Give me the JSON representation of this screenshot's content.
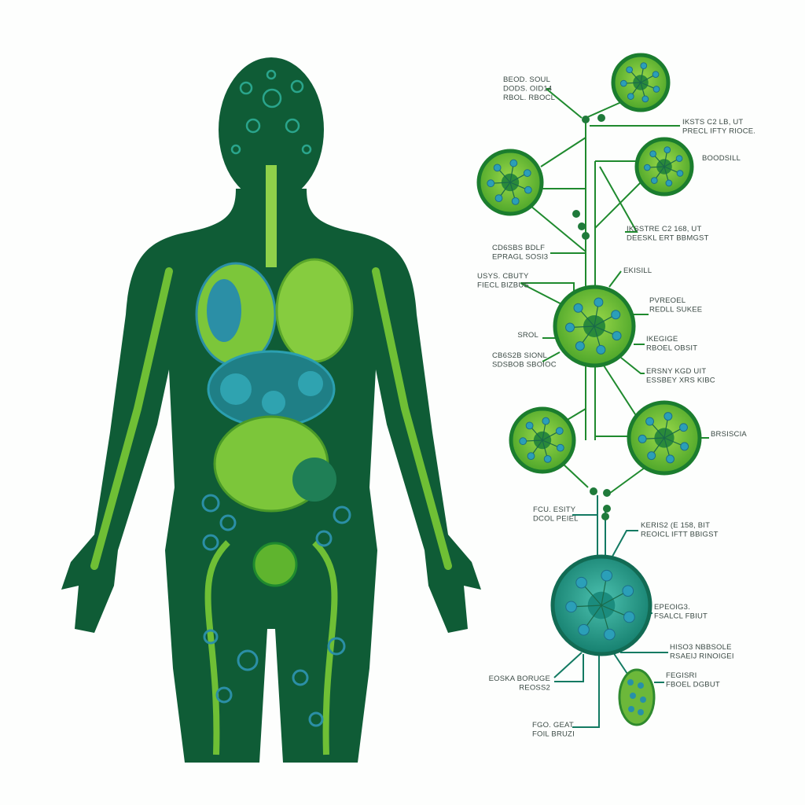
{
  "colors": {
    "body_dark": "#0f5c36",
    "body_green": "#7cc63a",
    "cell_green": "#5fb42e",
    "cell_ring": "#1b7d2e",
    "teal": "#1f8f86",
    "organ_blue": "#2b8fa6",
    "background": "#fdfefd"
  },
  "labels": [
    {
      "lines": [
        "BEOD. SOUL",
        "DODS. OID14",
        "RBOL. RBOCL"
      ]
    },
    {
      "lines": [
        "IKSTS C2 LB, UT",
        "PRECL IFTY RIOCE."
      ]
    },
    {
      "lines": [
        "BOODSILL"
      ]
    },
    {
      "lines": [
        "IKSSTRE C2 168, UT",
        "DEESKL ERT BBMGST"
      ]
    },
    {
      "lines": [
        "CD6SBS BDLF",
        "EPRAGL SOSI3"
      ]
    },
    {
      "lines": [
        "USYS. CBUTY",
        "FIECL BIZBUS"
      ]
    },
    {
      "lines": [
        "EKISILL"
      ]
    },
    {
      "lines": [
        "PVREOEL",
        "REDLL SUKEE"
      ]
    },
    {
      "lines": [
        "SROL"
      ]
    },
    {
      "lines": [
        "IKEGIGE",
        "RBOEL OBSIT"
      ]
    },
    {
      "lines": [
        "CB6S2B SIONL",
        "SDSBOB SBOIOC"
      ]
    },
    {
      "lines": [
        "ERSNY KGD UIT",
        "ESSBEY XRS KIBC"
      ]
    },
    {
      "lines": [
        "BRSISCIA"
      ]
    },
    {
      "lines": [
        "FCU. ESITY",
        "DCOL PEIEL"
      ]
    },
    {
      "lines": [
        "KERIS2 (E 158, BIT",
        "REOICL IFTT BBIGST"
      ]
    },
    {
      "lines": [
        "EPEOIG3.",
        "FSALCL FBIUT"
      ]
    },
    {
      "lines": [
        "HISO3 NBBSOLE",
        "RSAEIJ RINOIGEI"
      ]
    },
    {
      "lines": [
        "EOSKA BORUGE",
        "REOSS2"
      ]
    },
    {
      "lines": [
        "FEGISRI",
        "FBOEL DGBUT"
      ]
    },
    {
      "lines": [
        "FGO. GEAT",
        "FOIL BRUZI"
      ]
    }
  ]
}
